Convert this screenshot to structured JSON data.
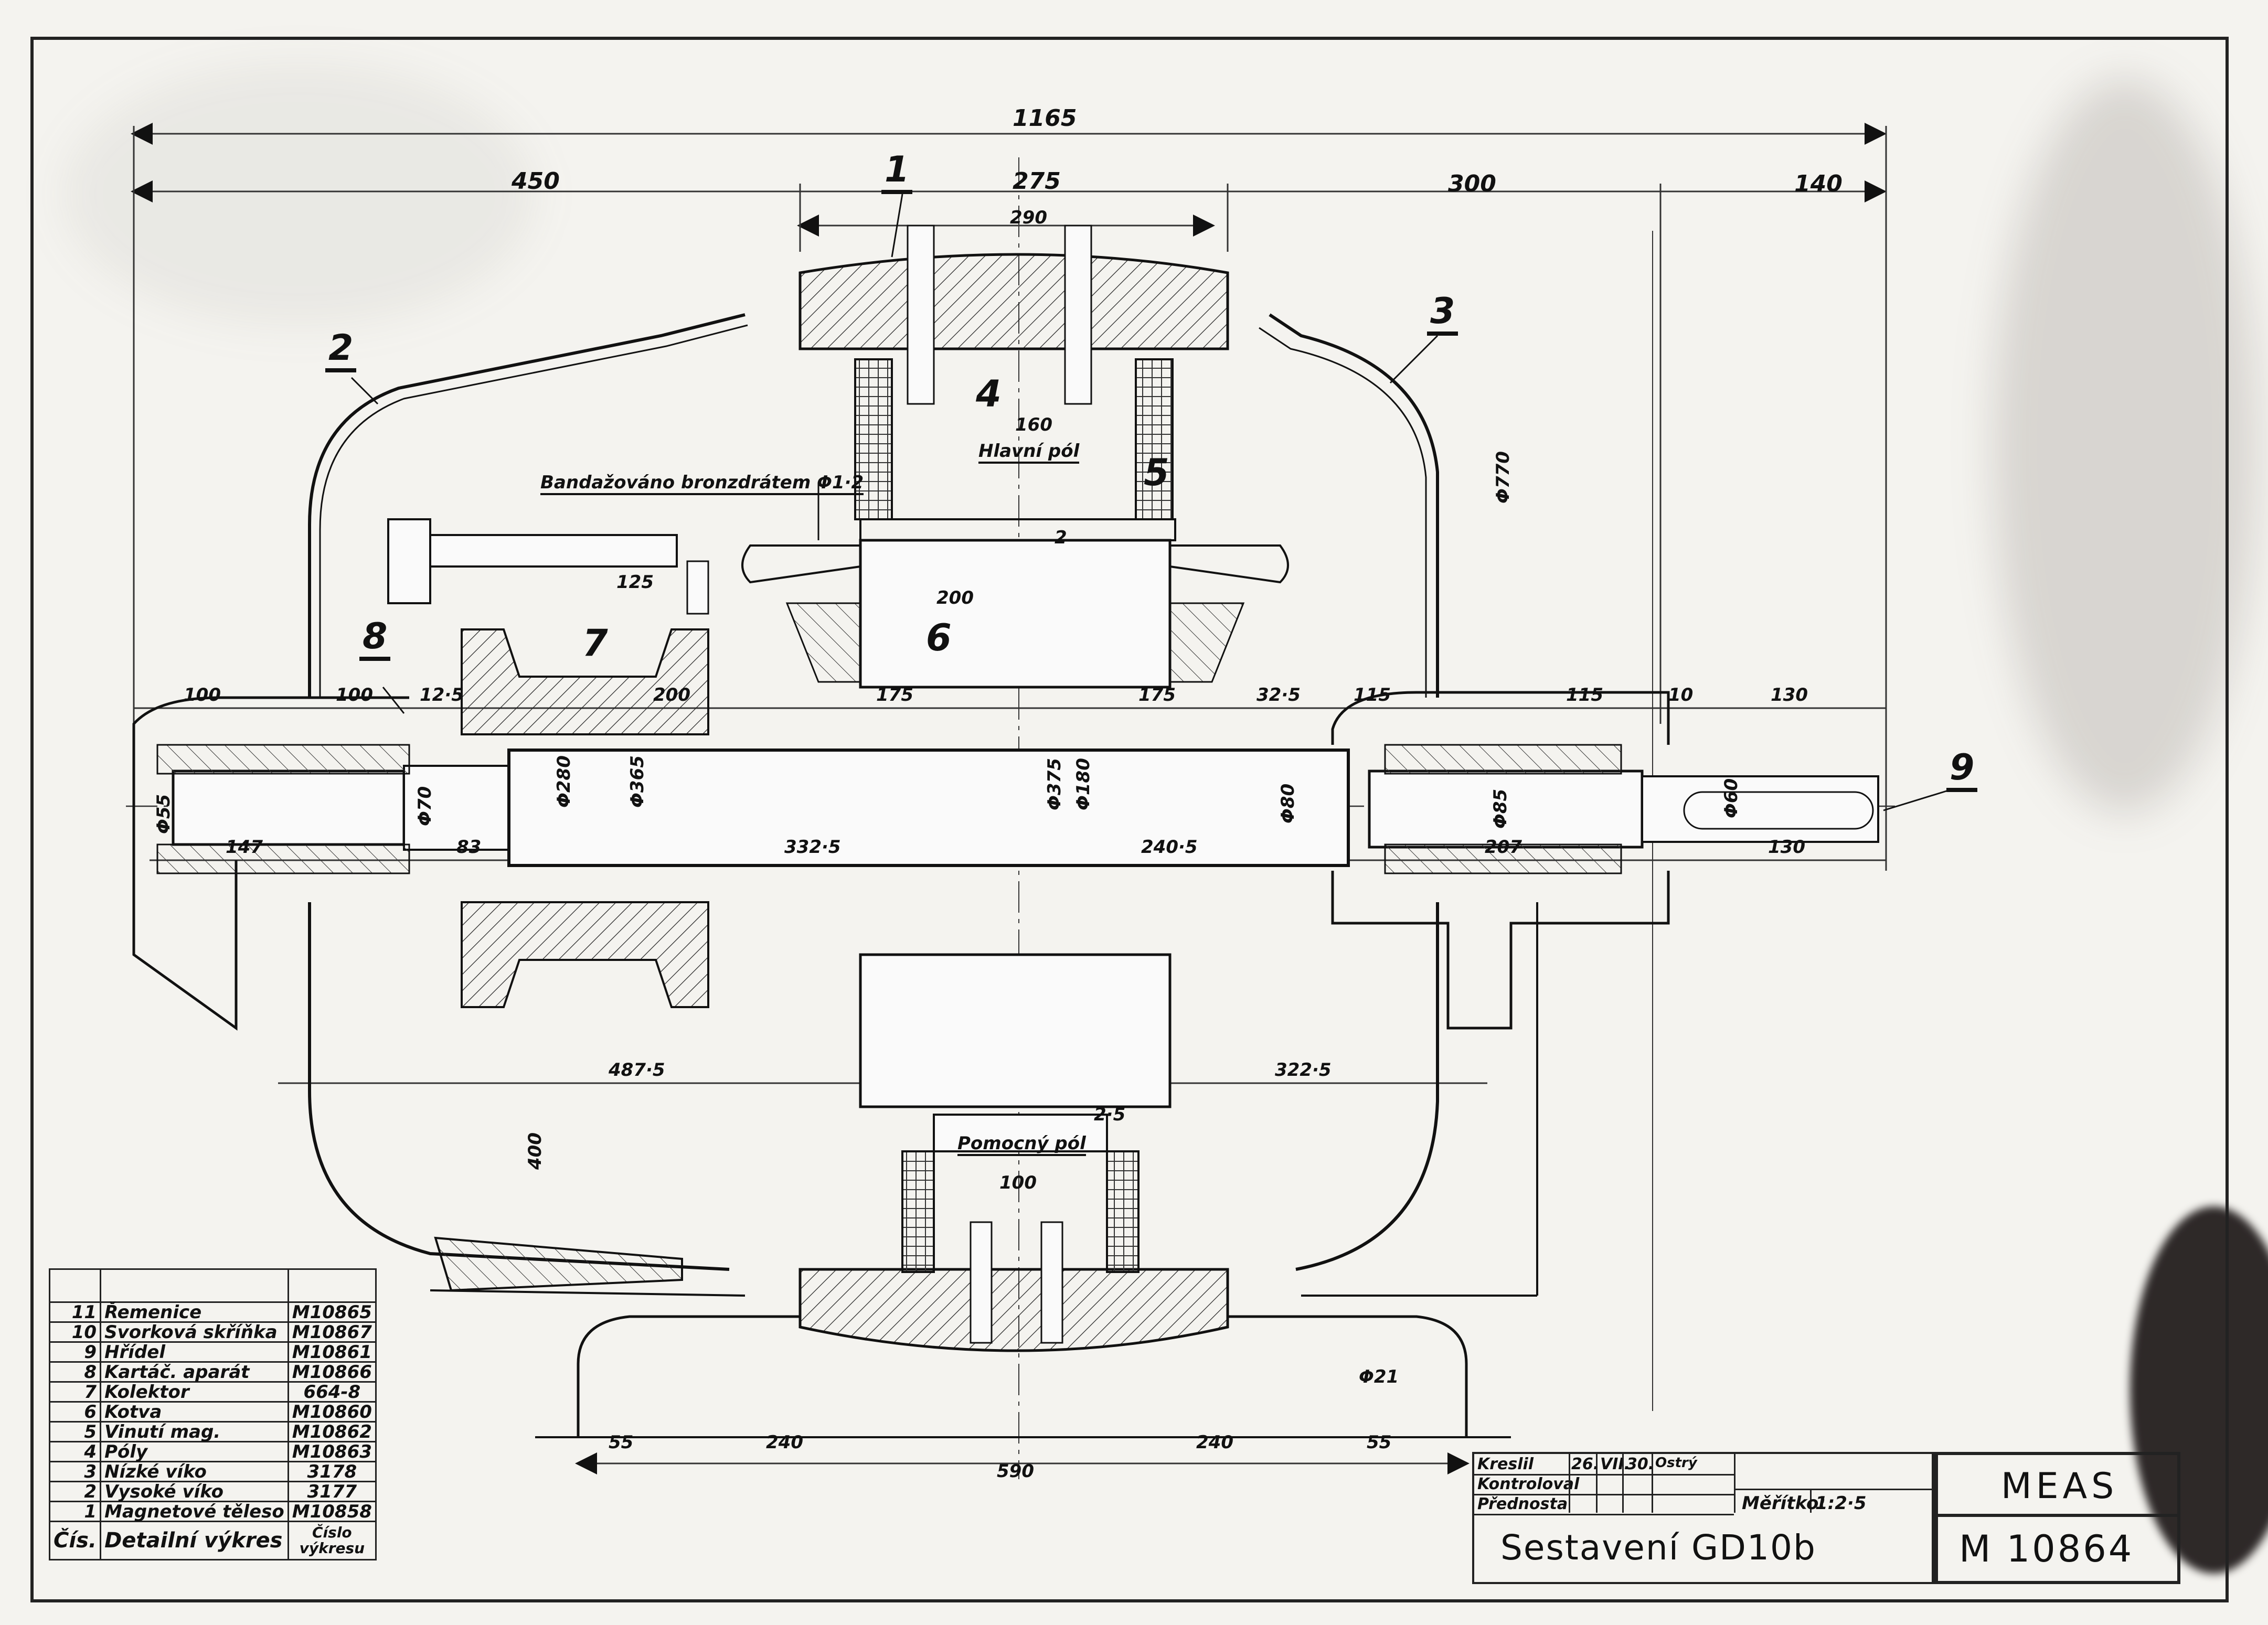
{
  "drawing": {
    "title": "Sestavení GD10b",
    "company": "MEAS",
    "drawing_number": "M 10864",
    "scale_label": "Měřítko:",
    "scale": "1:2·5"
  },
  "approvals": [
    {
      "role": "Kreslil",
      "day": "26.",
      "month": "VII.",
      "year": "30.",
      "signature": "Ostrý"
    },
    {
      "role": "Kontroloval",
      "day": "",
      "month": "",
      "year": "",
      "signature": ""
    },
    {
      "role": "Přednosta",
      "day": "",
      "month": "",
      "year": "",
      "signature": ""
    }
  ],
  "parts_list": {
    "header": {
      "num": "Čís.",
      "name": "Detailní výkres",
      "drawing": "Číslo výkresu"
    },
    "rows": [
      {
        "num": "11",
        "name": "Řemenice",
        "drawing": "M10865"
      },
      {
        "num": "10",
        "name": "Svorková skříňka",
        "drawing": "M10867"
      },
      {
        "num": "9",
        "name": "Hřídel",
        "drawing": "M10861"
      },
      {
        "num": "8",
        "name": "Kartáč. aparát",
        "drawing": "M10866"
      },
      {
        "num": "7",
        "name": "Kolektor",
        "drawing": "664-8"
      },
      {
        "num": "6",
        "name": "Kotva",
        "drawing": "M10860"
      },
      {
        "num": "5",
        "name": "Vinutí mag.",
        "drawing": "M10862"
      },
      {
        "num": "4",
        "name": "Póly",
        "drawing": "M10863"
      },
      {
        "num": "3",
        "name": "Nízké víko",
        "drawing": "3178"
      },
      {
        "num": "2",
        "name": "Vysoké víko",
        "drawing": "3177"
      },
      {
        "num": "1",
        "name": "Magnetové těleso",
        "drawing": "M10858"
      }
    ]
  },
  "balloons": [
    "1",
    "2",
    "3",
    "4",
    "5",
    "6",
    "7",
    "8",
    "9"
  ],
  "notes": {
    "banding": "Bandažováno bronzdrátem Φ1·2",
    "main_pole": "Hlavní pól",
    "aux_pole": "Pomocný pól"
  },
  "dimensions": {
    "overall": "1165",
    "top": [
      "450",
      "275",
      "300",
      "140"
    ],
    "pole_width": "290",
    "main_pole_width": "160",
    "armature_width": "200",
    "commutator_width": "125",
    "gap_main": "2",
    "gap_aux": "2·5",
    "frame_dia": "Φ770",
    "shaft_row_upper": [
      "100",
      "100",
      "12·5",
      "200",
      "175",
      "175",
      "32·5",
      "115",
      "115",
      "10",
      "130"
    ],
    "shaft_diameters": [
      "Φ55",
      "Φ70",
      "Φ280",
      "Φ365",
      "Φ375",
      "Φ180",
      "Φ80",
      "Φ85",
      "Φ60"
    ],
    "shaft_row_lower": [
      "147",
      "83",
      "332·5",
      "240·5",
      "207",
      "130"
    ],
    "bearing_span": [
      "487·5",
      "322·5"
    ],
    "aux_pole_width": "100",
    "height_400": "400",
    "bolt_dia": "Φ21",
    "foot_row": [
      "55",
      "240",
      "240",
      "55"
    ],
    "foot_total": "590"
  }
}
